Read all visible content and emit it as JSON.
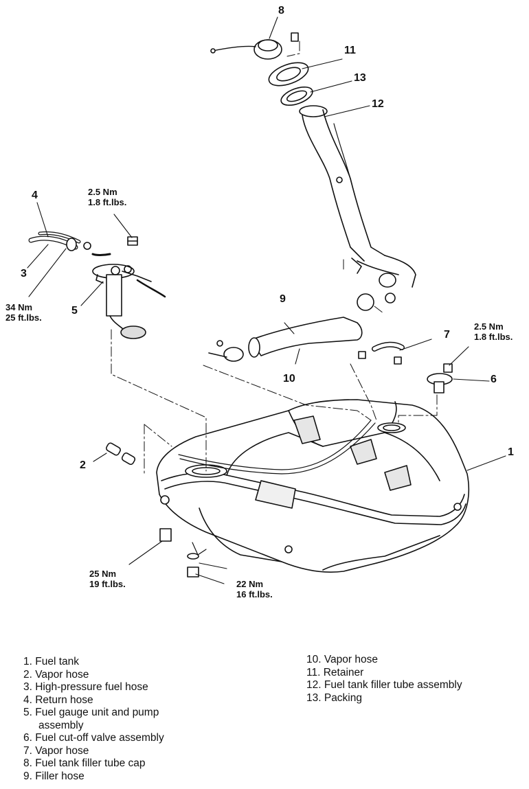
{
  "callouts": [
    "1",
    "2",
    "3",
    "4",
    "5",
    "6",
    "7",
    "8",
    "9",
    "10",
    "11",
    "12",
    "13"
  ],
  "torques": {
    "pump_bolt": [
      "2.5 Nm",
      "1.8 ft.lbs."
    ],
    "hp_hose": [
      "34 Nm",
      "25 ft.lbs."
    ],
    "valve_nut": [
      "2.5 Nm",
      "1.8 ft.lbs."
    ],
    "tank_nut_front": [
      "25 Nm",
      "19 ft.lbs."
    ],
    "tank_nut_rear": [
      "22 Nm",
      "16 ft.lbs."
    ]
  },
  "legend_left": [
    "1. Fuel tank",
    "2. Vapor hose",
    "3. High-pressure fuel hose",
    "4. Return hose",
    "5. Fuel gauge unit and pump",
    "assembly",
    "6. Fuel cut-off valve assembly",
    "7. Vapor hose",
    "8. Fuel tank filler tube cap",
    "9. Filler hose"
  ],
  "legend_right": [
    "10. Vapor hose",
    "11. Retainer",
    "12. Fuel tank filler tube assembly",
    "13. Packing"
  ]
}
